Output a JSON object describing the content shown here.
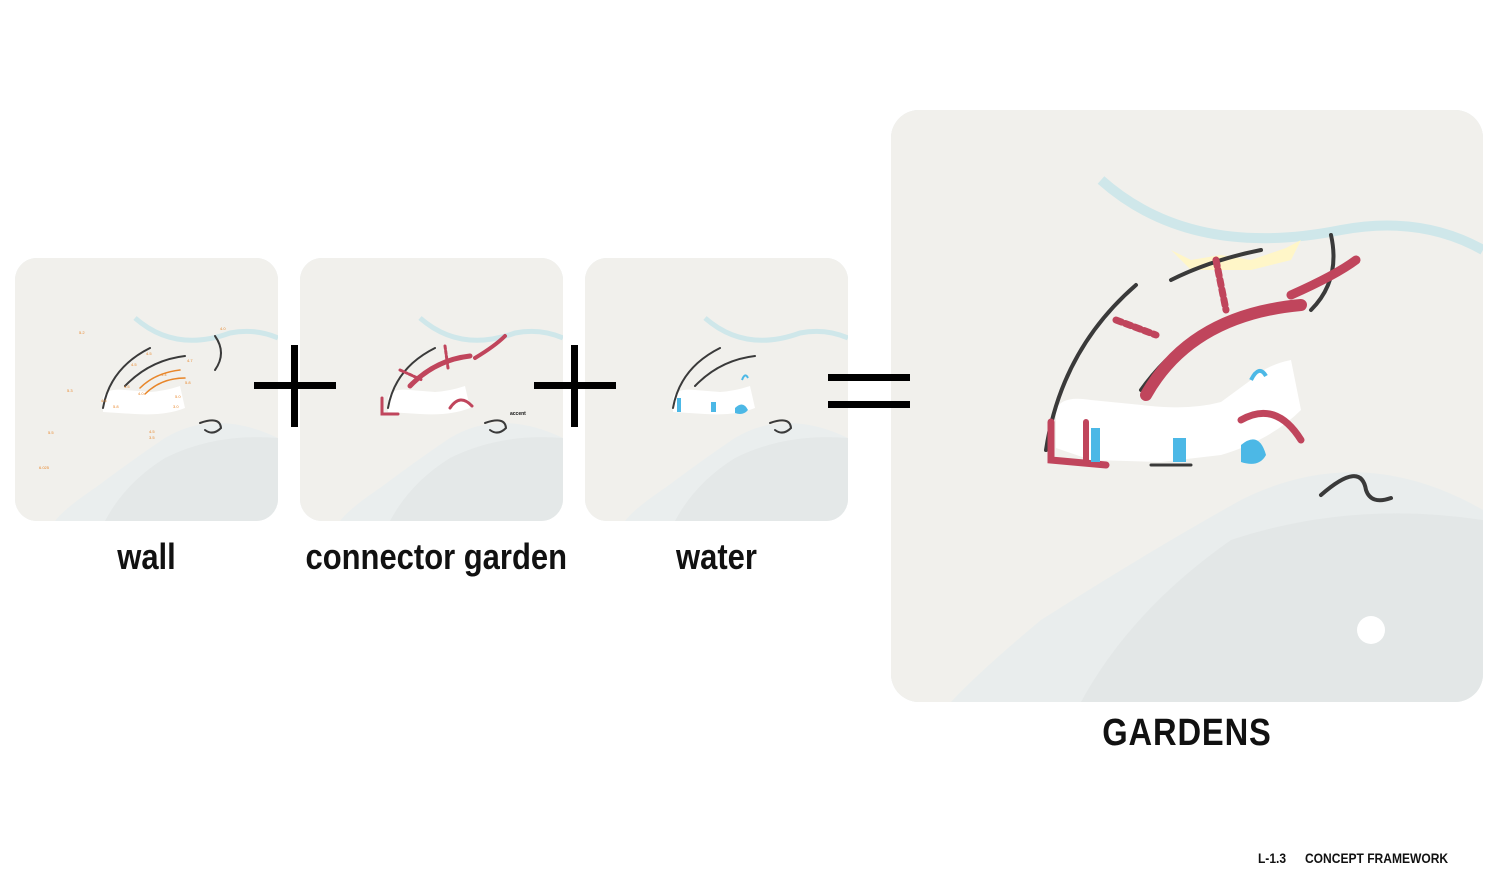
{
  "panels": {
    "wall": {
      "label": "wall"
    },
    "connector": {
      "label": "connector garden"
    },
    "water": {
      "label": "water"
    },
    "gardens": {
      "label": "GARDENS"
    }
  },
  "wall_annotations": [
    "5.2",
    "4.5",
    "4.7",
    "4.5",
    "4.4",
    "5.8",
    "4.5",
    "4.0",
    "5.0",
    "5.3",
    "4.6",
    "4.5",
    "3.5",
    "5.8",
    "3.0",
    "5.5",
    "6.025",
    "4.0"
  ],
  "connector_annotation": "accent",
  "sheet": {
    "code": "L-1.3",
    "title": "CONCEPT FRAMEWORK"
  },
  "colors": {
    "wall": "#3a3a3a",
    "connector": "#c0455c",
    "water": "#4cb8e6",
    "annotation": "#e8862a",
    "map_bg": "#eef0ee",
    "land": "#f3f1ec",
    "river": "#c9e6ea",
    "building": "#ffffff"
  }
}
